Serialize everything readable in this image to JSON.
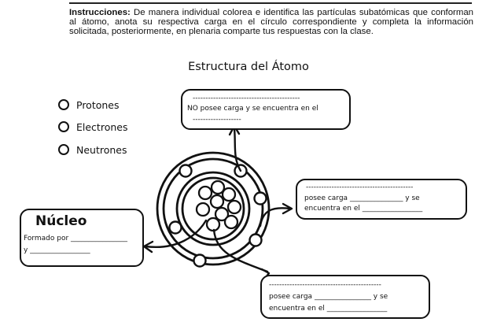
{
  "instructions": {
    "label": "Instrucciones:",
    "text": " De manera individual colorea e identifica las partículas subatómicas que conforman al átomo, anota su respectiva carga en el círculo correspondiente y completa la información solicitada, posteriormente, en plenaria comparte tus respuestas con la clase."
  },
  "title": "Estructura del Átomo",
  "legend": {
    "protones": "Protones",
    "electrones": "Electrones",
    "neutrones": "Neutrones"
  },
  "box_top": {
    "dashes_top": "------------------------------------------",
    "text": "NO posee carga y se encuentra en el",
    "dashes_bottom": "-------------------"
  },
  "box_right": {
    "dashes_top": "------------------------------------------",
    "line1": "posee carga _______________ y se",
    "line2": "encuentra en el _________________"
  },
  "box_bottom": {
    "dashes_top": "--------------------------------------------",
    "line1": "posee carga ________________ y se",
    "line2": "encuentra en el _________________"
  },
  "box_left": {
    "title": "Núcleo",
    "line1": "Formado por ________________",
    "line2": "y _________________"
  }
}
